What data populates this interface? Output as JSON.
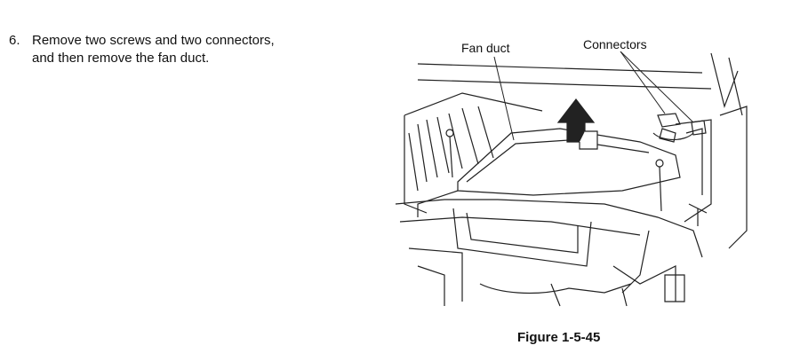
{
  "instruction": {
    "number": "6.",
    "line1": "Remove two screws and two connectors,",
    "line2": "and then remove the fan duct."
  },
  "figure": {
    "label_fan_duct": "Fan duct",
    "label_connectors": "Connectors",
    "caption": "Figure 1-5-45"
  }
}
